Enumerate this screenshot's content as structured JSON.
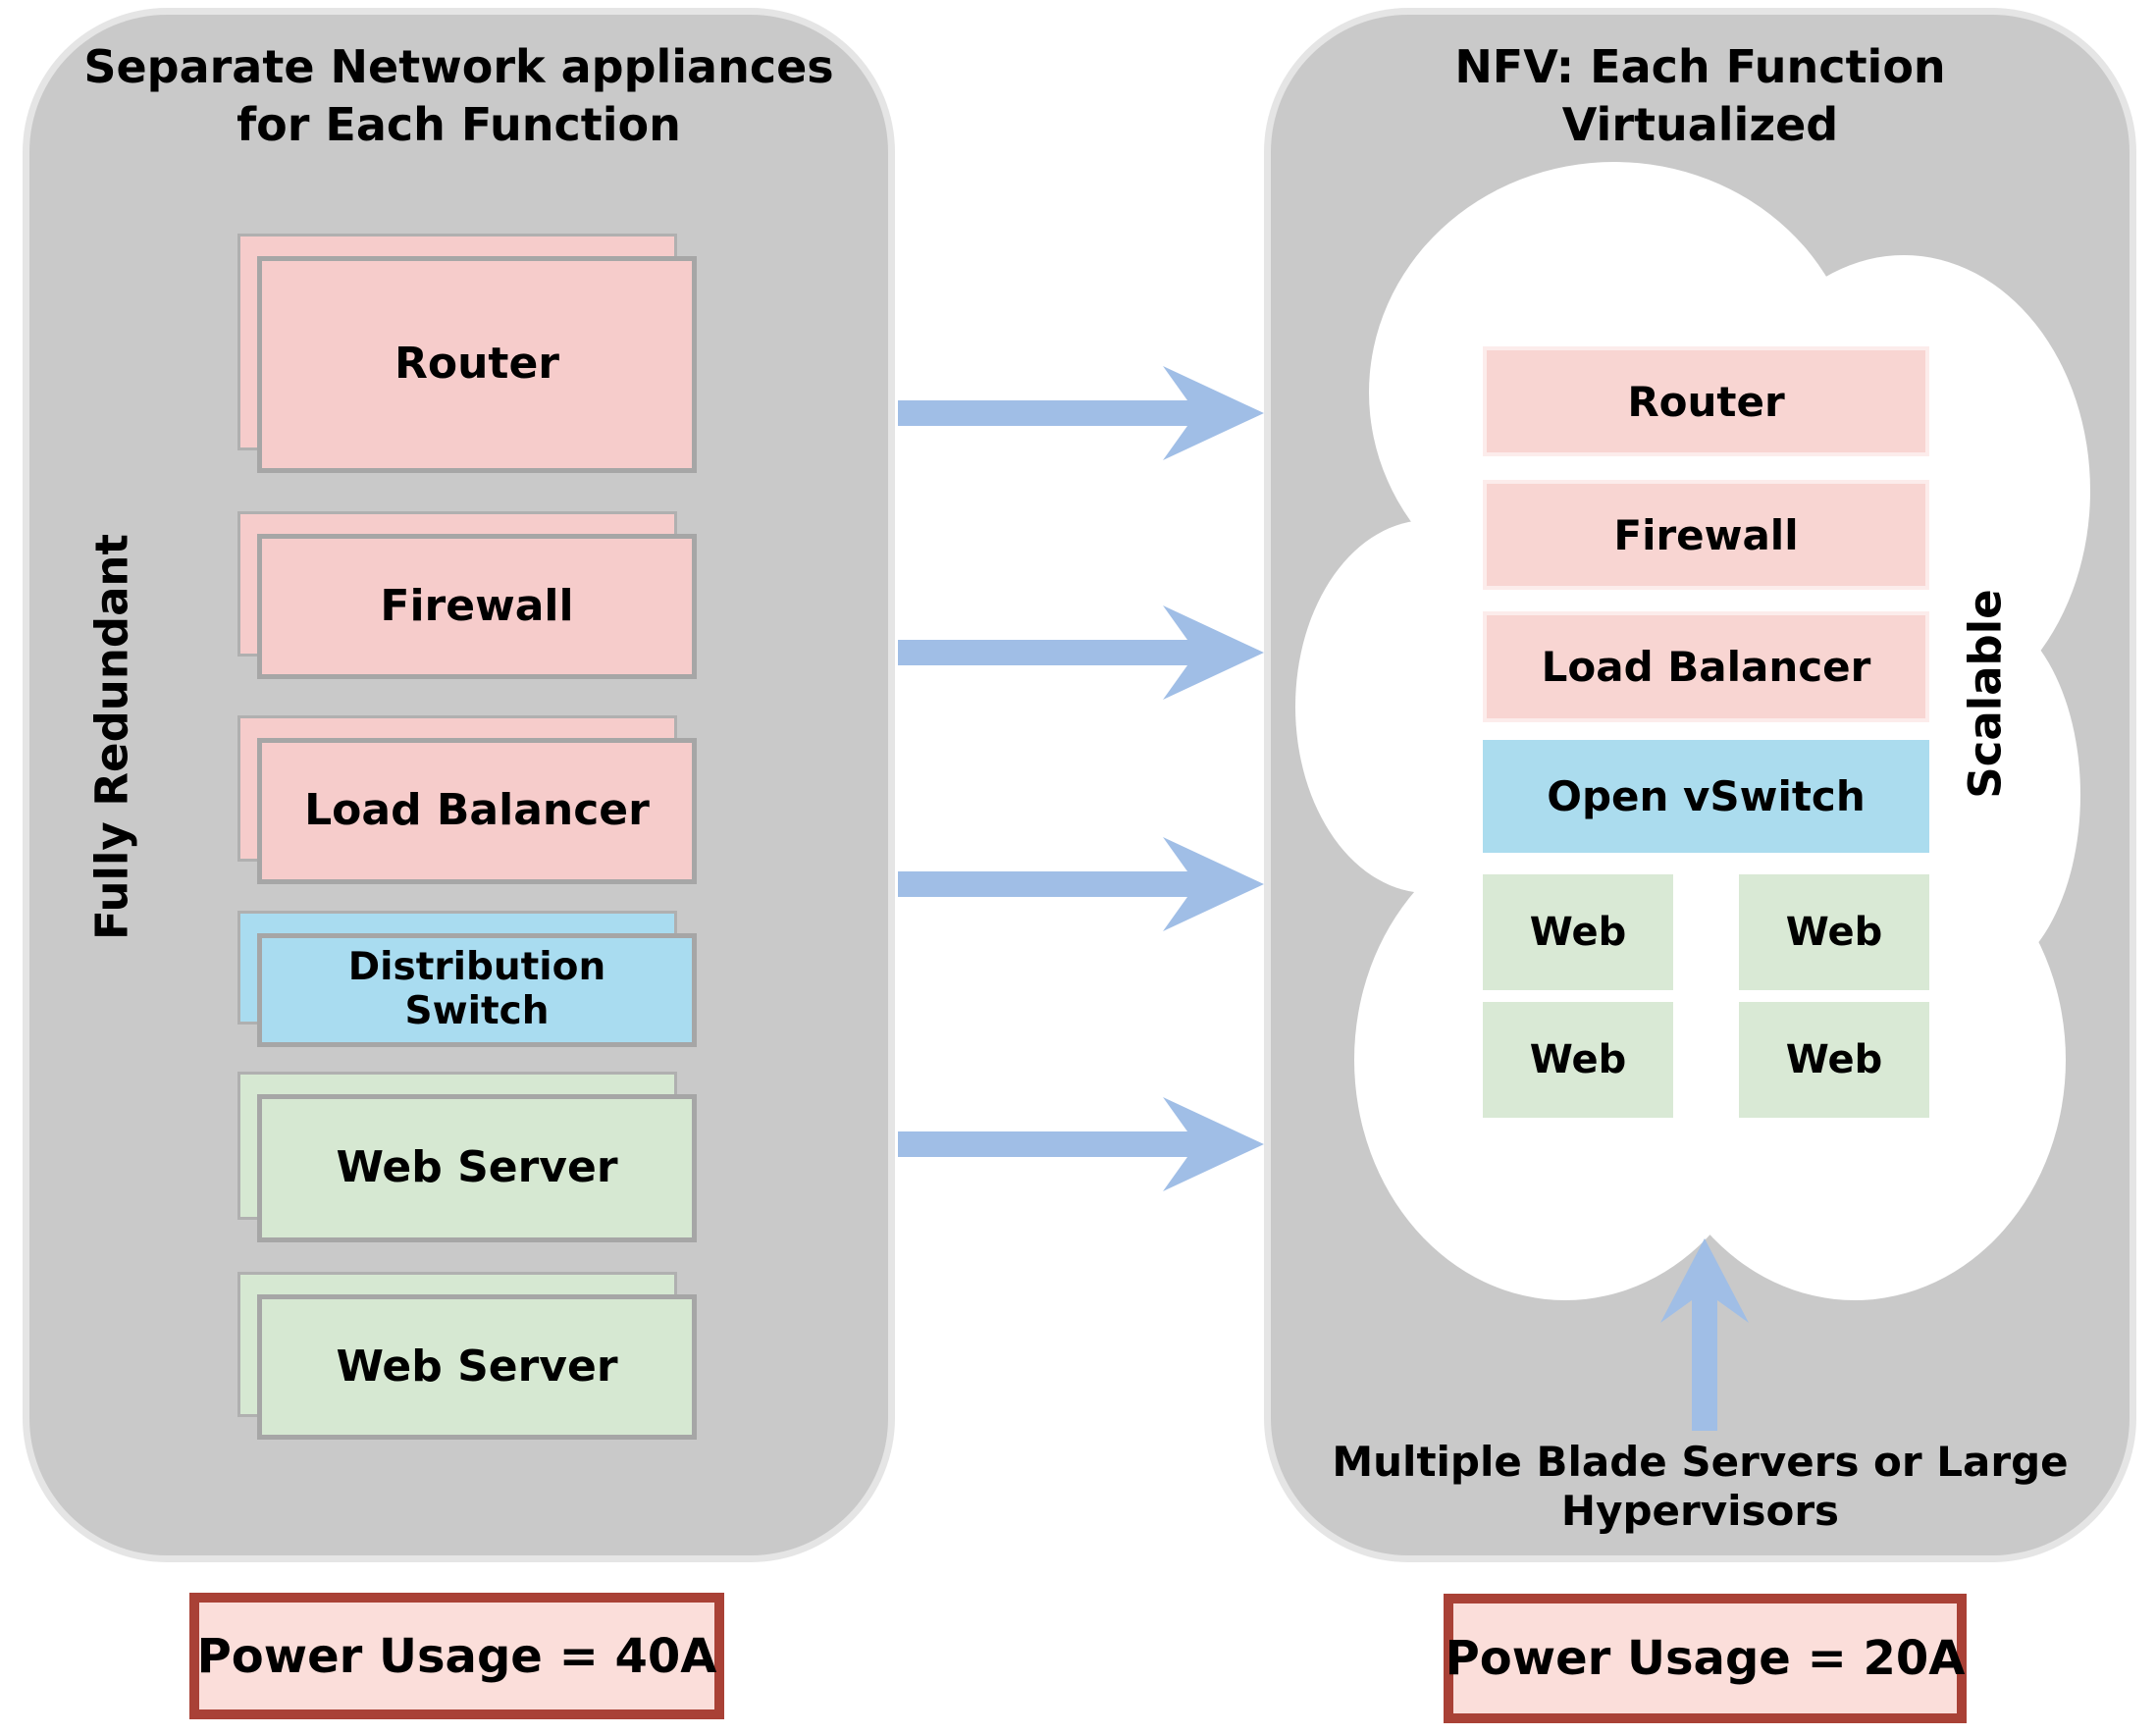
{
  "colors": {
    "panel_fill": "#c9c9c9",
    "panel_edge": "#e5e5e5",
    "pink": "#f6cccb",
    "pink_soft": "#f8d5d2",
    "blue": "#a9dcf0",
    "blue_soft": "#abdcee",
    "green": "#d6e8d2",
    "green_soft": "#d9e9d5",
    "arrow_blue": "#a0bee6",
    "box_border": "#a6a6a6",
    "power_border": "#a94136",
    "power_fill": "#fbdeda",
    "cloud": "#ffffff",
    "text": "#000000"
  },
  "left_panel": {
    "title": "Separate Network appliances\nfor Each Function",
    "side_label": "Fully Redundant",
    "appliances": [
      {
        "label": "Router",
        "color": "pink"
      },
      {
        "label": "Firewall",
        "color": "pink"
      },
      {
        "label": "Load Balancer",
        "color": "pink"
      },
      {
        "label": "Distribution\nSwitch",
        "color": "blue"
      },
      {
        "label": "Web Server",
        "color": "green"
      },
      {
        "label": "Web Server",
        "color": "green"
      }
    ],
    "power_label": "Power Usage = 40A"
  },
  "flow_arrows": {
    "count": 4,
    "direction": "left-to-right"
  },
  "right_panel": {
    "title": "NFV: Each Function\nVirtualized",
    "side_label": "Scalable",
    "virtual_functions": [
      {
        "label": "Router",
        "color": "pink_soft"
      },
      {
        "label": "Firewall",
        "color": "pink_soft"
      },
      {
        "label": "Load Balancer",
        "color": "pink_soft"
      },
      {
        "label": "Open vSwitch",
        "color": "blue_soft"
      }
    ],
    "vm_grid": [
      {
        "label": "Web"
      },
      {
        "label": "Web"
      },
      {
        "label": "Web"
      },
      {
        "label": "Web"
      }
    ],
    "bottom_label": "Multiple Blade Servers or Large\nHypervisors",
    "power_label": "Power Usage = 20A"
  }
}
